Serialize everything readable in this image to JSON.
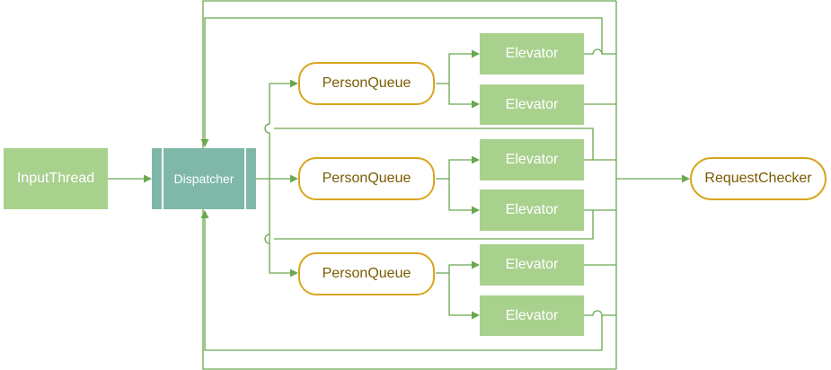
{
  "nodes": {
    "input_thread": "InputThread",
    "dispatcher": "Dispatcher",
    "person_queue": "PersonQueue",
    "elevator": "Elevator",
    "request_checker": "RequestChecker"
  },
  "colors": {
    "node_fill": "#a9d18e",
    "dispatcher_fill": "#7fb8a8",
    "queue_border": "#d9a520",
    "connector": "#6aa84f"
  }
}
